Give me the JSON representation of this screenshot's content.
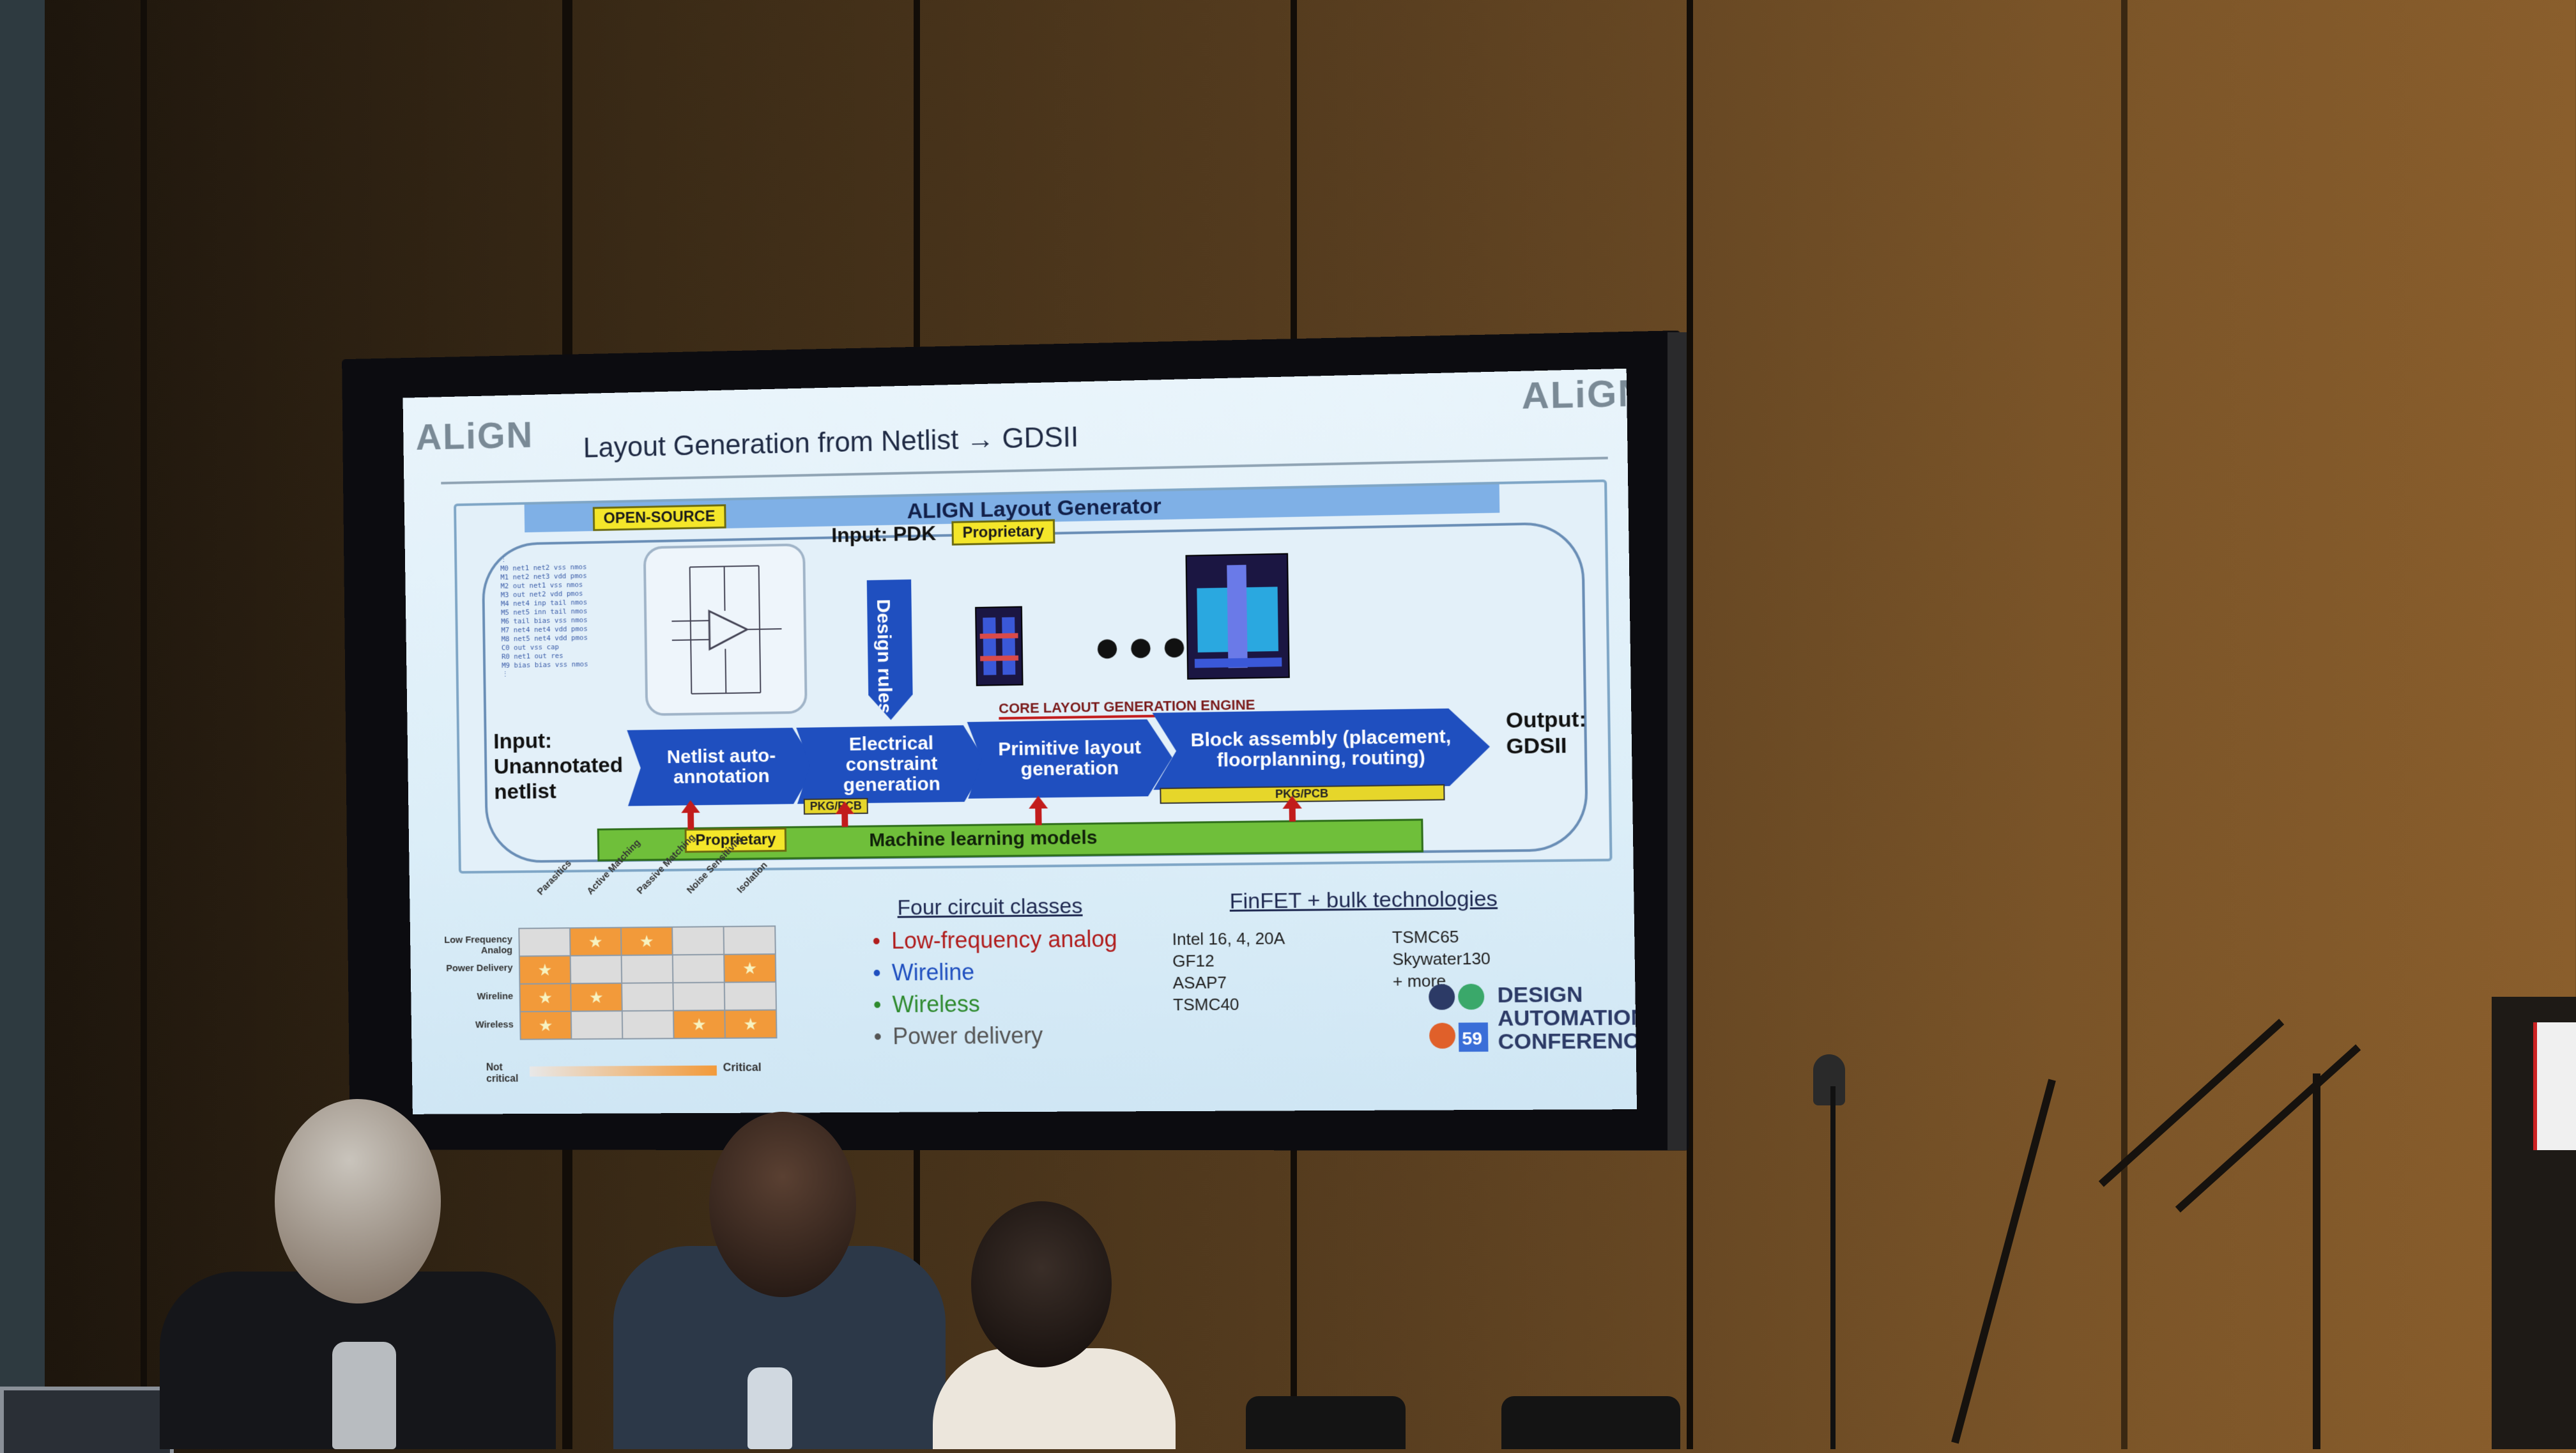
{
  "slide": {
    "logo_left": "ALiGN",
    "logo_right": "ALiGN",
    "title": "Layout Generation from Netlist → GDSII",
    "open_source_tag": "OPEN-SOURCE",
    "generator_title": "ALIGN Layout Generator",
    "input_pdk": "Input: PDK",
    "proprietary_tag_top": "Proprietary",
    "design_rules": "Design rules",
    "core_engine": "CORE LAYOUT GENERATION ENGINE",
    "input_label": "Input:\nUnannotated\nnetlist",
    "output_label": "Output:\nGDSII",
    "steps": [
      {
        "label": "Netlist auto-annotation"
      },
      {
        "label": "Electrical constraint generation"
      },
      {
        "label": "Primitive layout generation"
      },
      {
        "label": "Block assembly (placement, floorplanning, routing)"
      }
    ],
    "pkg_label_1": "PKG/PCB",
    "pkg_label_2": "PKG/PCB",
    "proprietary_tag_bottom": "Proprietary",
    "ml_models": "Machine learning models",
    "circuit_classes_title": "Four circuit classes",
    "circuit_classes": [
      {
        "label": "Low-frequency analog",
        "color": "#b01c1c"
      },
      {
        "label": "Wireline",
        "color": "#1f4fbf"
      },
      {
        "label": "Wireless",
        "color": "#2e8a2e"
      },
      {
        "label": "Power delivery",
        "color": "#555555"
      }
    ],
    "tech_title": "FinFET + bulk technologies",
    "tech_col1": [
      "Intel 16, 4, 20A",
      "GF12",
      "ASAP7",
      "TSMC40"
    ],
    "tech_col2": [
      "TSMC65",
      "Skywater130",
      "+ more"
    ],
    "matrix_rows": [
      "Low Frequency Analog",
      "Power Delivery",
      "Wireline",
      "Wireless"
    ],
    "matrix_cols": [
      "Parasitics",
      "Active Matching",
      "Passive Matching",
      "Noise Sensitivity",
      "Isolation"
    ],
    "matrix_scale_low": "Not critical",
    "matrix_scale_high": "Critical",
    "star": "★",
    "dac_number": "59",
    "dac_line1": "DESIGN",
    "dac_line2": "AUTOMATION",
    "dac_line3": "CONFERENCE"
  }
}
